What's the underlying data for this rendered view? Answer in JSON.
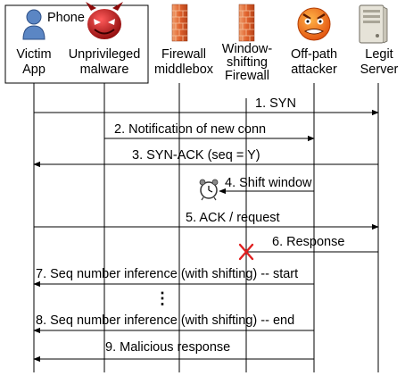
{
  "phone_label": "Phone",
  "actors": [
    {
      "id": "victim",
      "label_lines": [
        "Victim",
        "App"
      ],
      "icon": "user-icon"
    },
    {
      "id": "malware",
      "label_lines": [
        "Unprivileged",
        "malware"
      ],
      "icon": "devil-icon"
    },
    {
      "id": "firewall",
      "label_lines": [
        "Firewall",
        "middlebox"
      ],
      "icon": "firewall-icon"
    },
    {
      "id": "wsfirewall",
      "label_lines": [
        "Window-",
        "shifting",
        "Firewall"
      ],
      "icon": "firewall-icon"
    },
    {
      "id": "attacker",
      "label_lines": [
        "Off-path",
        "attacker"
      ],
      "icon": "angry-face-icon"
    },
    {
      "id": "server",
      "label_lines": [
        "Legit",
        "Server"
      ],
      "icon": "server-icon"
    }
  ],
  "messages": [
    {
      "label": "1. SYN"
    },
    {
      "label": "2. Notification of new conn"
    },
    {
      "label": "3. SYN-ACK (seq = Y)"
    },
    {
      "label": "4. Shift window"
    },
    {
      "label": "5. ACK / request"
    },
    {
      "label": "6. Response"
    },
    {
      "label": "7. Seq number inference (with shifting) -- start"
    },
    {
      "label": "⋮"
    },
    {
      "label": "8. Seq number inference (with shifting) -- end"
    },
    {
      "label": "9. Malicious response"
    }
  ],
  "colors": {
    "drop_mark": "#e02020",
    "firewall_brick": "#d9542a",
    "devil_red": "#c81818",
    "attacker_orange": "#f07a1a",
    "user_blue": "#5b86c4"
  }
}
